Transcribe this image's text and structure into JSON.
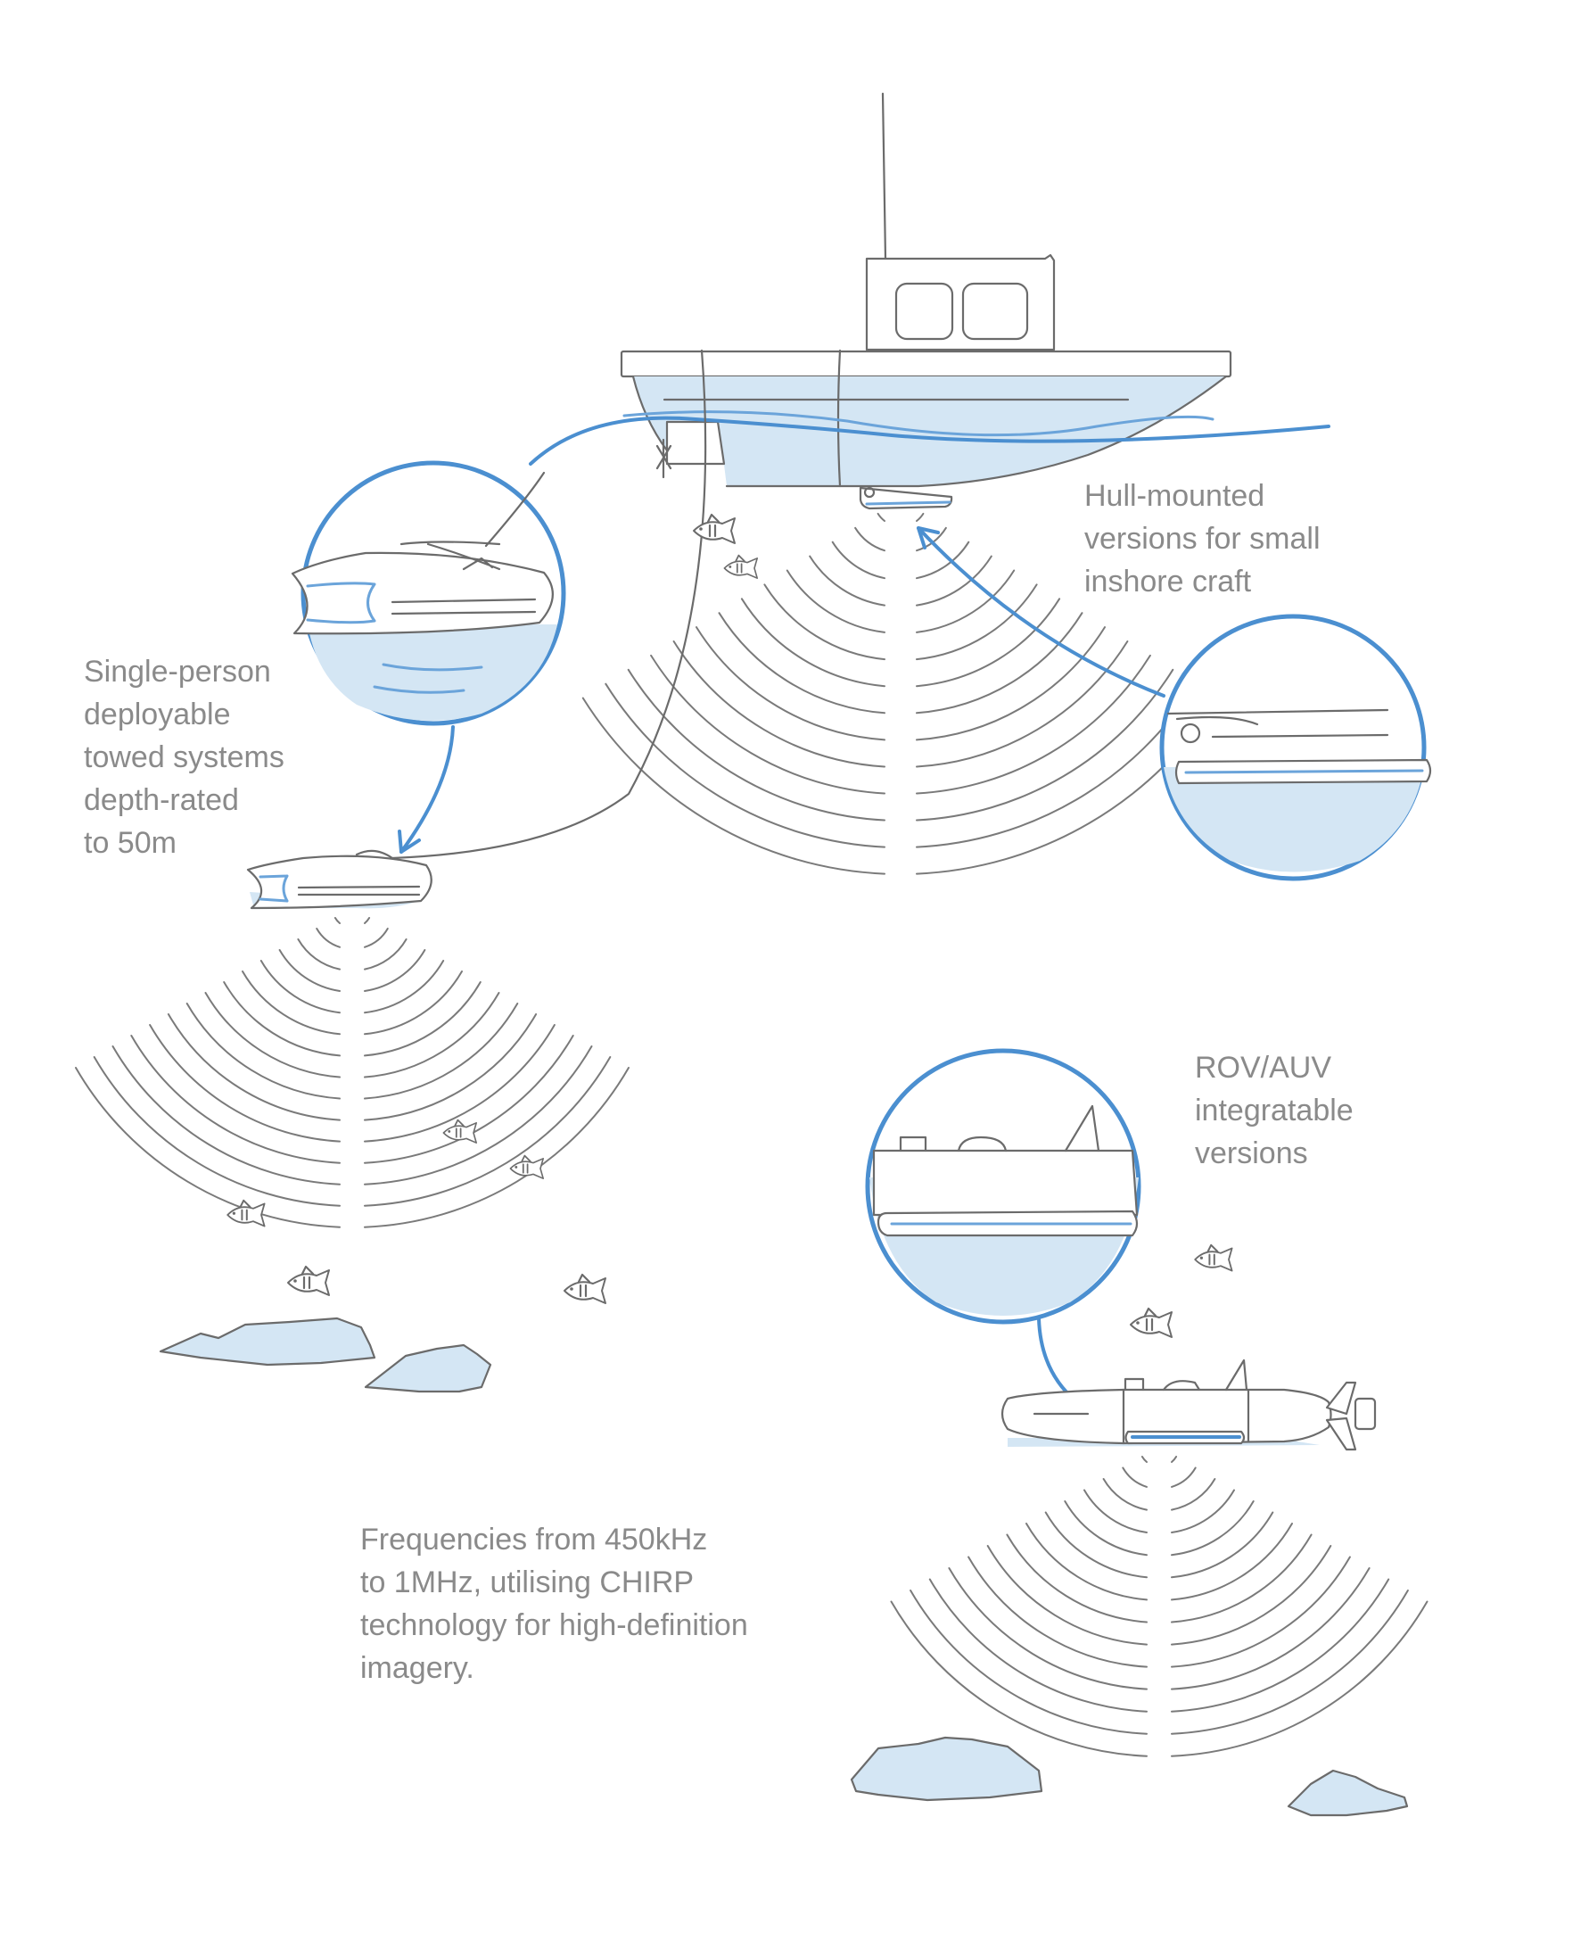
{
  "captions": {
    "hull": [
      "Hull-mounted",
      "versions for small",
      "inshore craft"
    ],
    "towed": [
      "Single-person",
      "deployable",
      "towed systems",
      "depth-rated",
      "to 50m"
    ],
    "rov": [
      "ROV/AUV",
      "integratable",
      "versions"
    ],
    "frequency": [
      "Frequencies from 450kHz",
      "to 1MHz, utilising CHIRP",
      "technology for high-definition",
      "imagery."
    ]
  },
  "colors": {
    "accent_blue": "#4b8fd0",
    "water_fill": "#d4e6f4",
    "outline": "#6b6b6b",
    "caption_text": "#8a8a8a"
  },
  "icons": [
    "boat-icon",
    "towfish-icon",
    "rov-icon",
    "fish-icon",
    "rock-icon",
    "sonar-beam-icon",
    "zoom-callout-icon"
  ]
}
